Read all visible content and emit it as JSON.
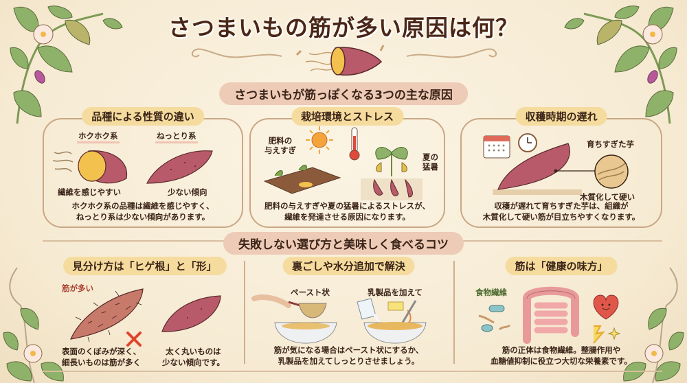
{
  "title": "さつまいもの筋が多い原因は何？",
  "section_causes": {
    "heading": "さつまいもが筋っぽくなる3つの主な原因",
    "cards": [
      {
        "heading": "品種による性質の違い",
        "labels": {
          "hokuhoku": "ホクホク系",
          "nettori": "ねっとり系",
          "fiber_easy": "繊維を感じやすい",
          "less_tendency": "少ない傾向"
        },
        "description_lines": [
          "ホクホク系の品種は繊維を感じやすく、",
          "ねっとり系は少ない傾向があります。"
        ]
      },
      {
        "heading": "栽培環境とストレス",
        "labels": {
          "fertilizer_line1": "肥料の",
          "fertilizer_line2": "与えすぎ",
          "heat_line1": "夏の",
          "heat_line2": "猛暑"
        },
        "description_lines": [
          "肥料の与えすぎや夏の猛暑によるストレスが、",
          "繊維を発達させる原因になります。"
        ]
      },
      {
        "heading": "収穫時期の遅れ",
        "labels": {
          "overgrown": "育ちすぎた芋",
          "lignified": "木質化して硬い"
        },
        "description_lines": [
          "収穫が遅れて育ちすぎた芋は、組織が",
          "木質化して硬い筋が目立ちやすくなります。"
        ]
      }
    ]
  },
  "section_tips": {
    "heading": "失敗しない選び方と美味しく食べるコツ",
    "columns": [
      {
        "heading": "見分け方は「ヒゲ根」と「形」",
        "labels": {
          "many_fibers": "筋が多い",
          "bad_line1": "表面のくぼみが深く、",
          "bad_line2": "細長いものは筋が多く",
          "good_line1": "太く丸いものは",
          "good_line2": "少ない傾向です。"
        }
      },
      {
        "heading": "裏ごしや水分追加で解決",
        "labels": {
          "paste": "ペースト状",
          "dairy": "乳製品を加えて"
        },
        "description_lines": [
          "筋が気になる場合はペースト状にするか、",
          "乳製品を加えてしっとりさせましょう。"
        ]
      },
      {
        "heading": "筋は「健康の味方」",
        "labels": {
          "dietary_fiber": "食物繊維"
        },
        "description_lines": [
          "筋の正体は食物繊維。整腸作用や",
          "血糖値抑制に役立つ大切な栄養素です。"
        ]
      }
    ]
  },
  "colors": {
    "background": "#f8eedb",
    "title_text": "#4a2616",
    "section_banner": "#edcbb7",
    "card_pill": "#f5dc9e",
    "card_border": "#c9a784",
    "sweet_potato_skin": "#b85a6a",
    "sweet_potato_flesh": "#f2c14e",
    "leaf_green": "#8fb26a",
    "red_x": "#e0442c",
    "fiber_label_red": "#a8402e",
    "fiber_label_green": "#4d6b2f"
  }
}
